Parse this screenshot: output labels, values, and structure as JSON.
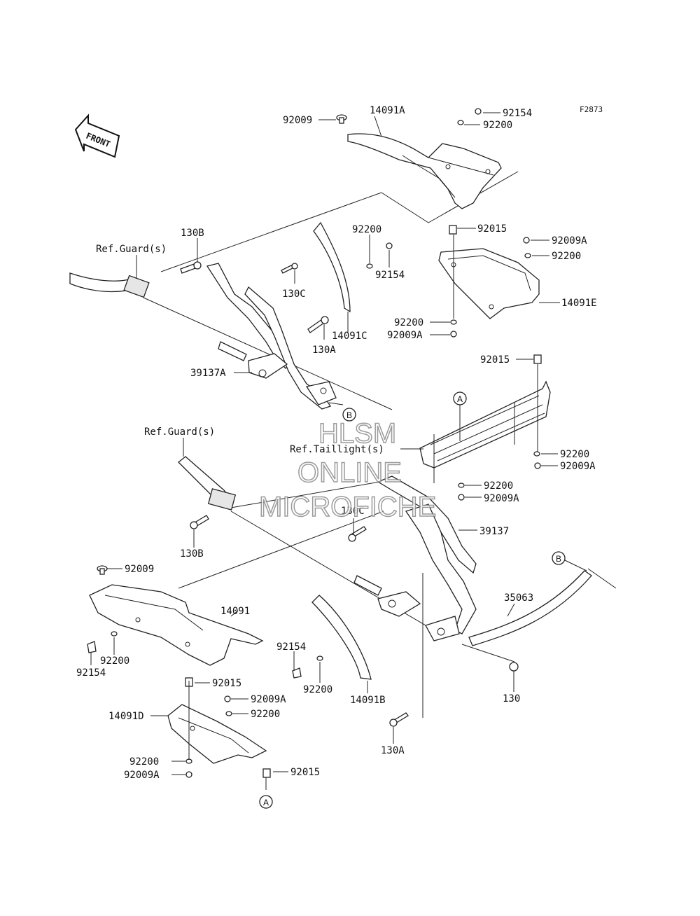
{
  "figure_code": "F2873",
  "front_arrow_text": "FRONT",
  "watermark": {
    "line1": "HLSM",
    "line2": "ONLINE",
    "line3": "MICROFICHE"
  },
  "references": {
    "guard_top": "Ref.Guard(s)",
    "guard_bottom": "Ref.Guard(s)",
    "taillight": "Ref.Taillight(s)"
  },
  "circle_markers": [
    "A",
    "B",
    "B",
    "A"
  ],
  "labels": [
    "92009",
    "14091A",
    "92154",
    "92200",
    "92015",
    "92009A",
    "92200",
    "14091E",
    "92200",
    "92154",
    "130B",
    "130C",
    "130A",
    "14091C",
    "92200",
    "92009A",
    "92015",
    "39137A",
    "92200",
    "92009A",
    "92200",
    "92009A",
    "130C",
    "39137",
    "130B",
    "92009",
    "14091",
    "35063",
    "92200",
    "92154",
    "92154",
    "92200",
    "14091B",
    "92015",
    "92009A",
    "14091D",
    "92200",
    "130",
    "130A",
    "92200",
    "92009A",
    "92015"
  ]
}
